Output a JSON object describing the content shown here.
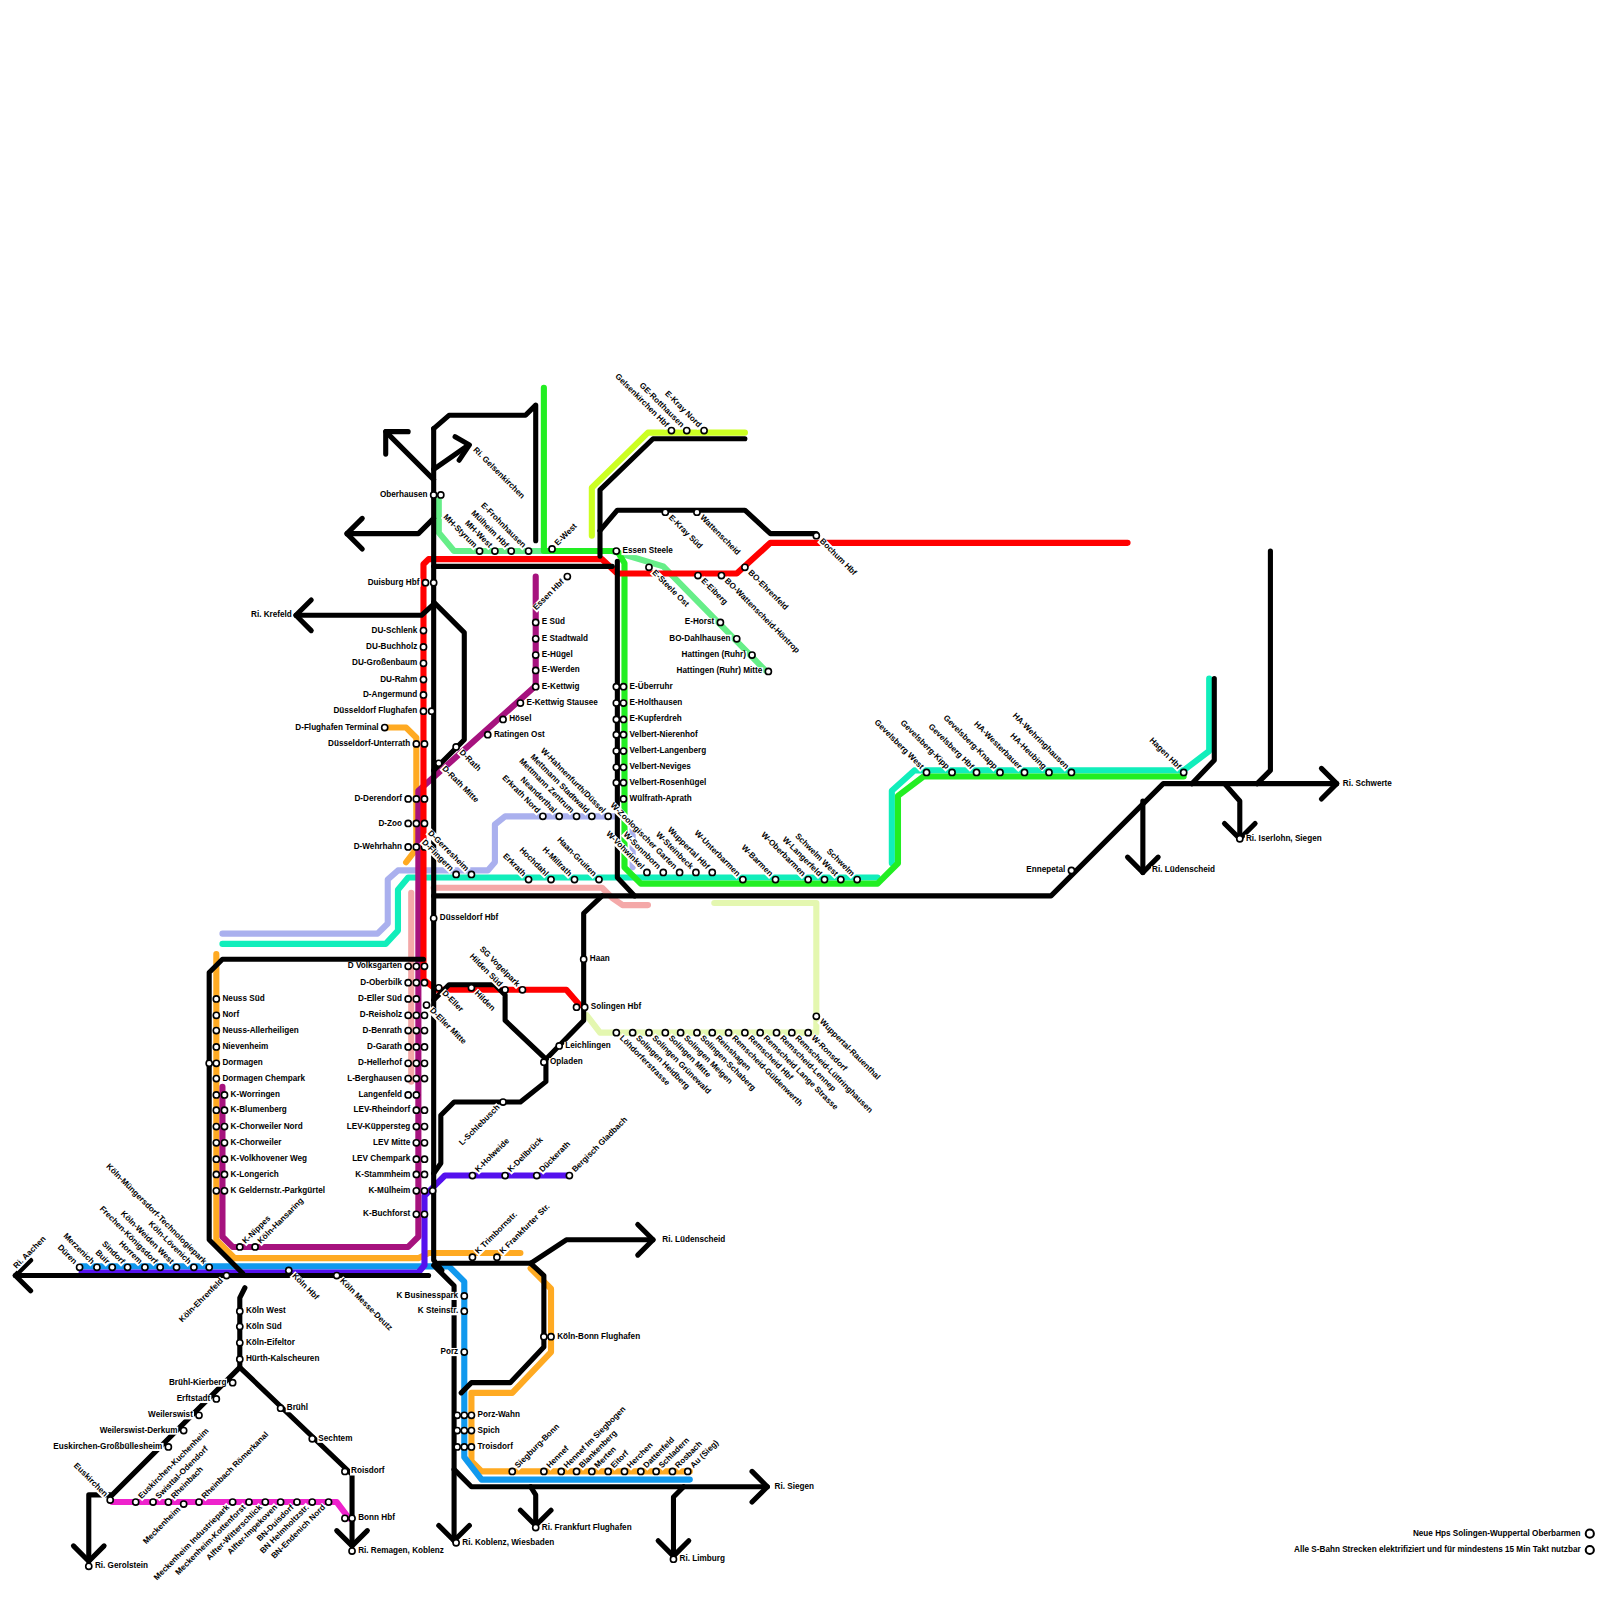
{
  "diagram": {
    "labels": [
      "Gelsenkirchen Hbf",
      "GE-Rotthausen",
      "E-Kray Nord",
      "Ri. Gelsenkirchen",
      "Oberhausen",
      "MH-Styrum",
      "MH-West",
      "Mülheim Hbf",
      "E-Frohnhausen",
      "E-West",
      "Essen Hbf",
      "Essen Steele",
      "E-Kray Süd",
      "Wattenscheid",
      "Bochum Hbf",
      "E-Steele Ost",
      "E-Eiberg",
      "BO-Wattenscheid-Höntrop",
      "BO-Ehrenfeld",
      "E-Horst",
      "BO-Dahlhausen",
      "Hattingen (Ruhr)",
      "Hattingen (Ruhr) Mitte",
      "Duisburg Hbf",
      "Ri. Krefeld",
      "DU-Schlenk",
      "DU-Buchholz",
      "DU-Großenbaum",
      "DU-Rahm",
      "D-Angermund",
      "Düsseldorf Flughafen",
      "D-Flughafen Terminal",
      "Düsseldorf-Unterrath",
      "D-Rath",
      "D-Rath Mitte",
      "E Süd",
      "E Stadtwald",
      "E-Hügel",
      "E-Werden",
      "E-Kettwig",
      "E-Kettwig Stausee",
      "Hösel",
      "Ratingen Ost",
      "E-Überruhr",
      "E-Holthausen",
      "E-Kupferdreh",
      "Velbert-Nierenhof",
      "Velbert-Langenberg",
      "Velbert-Neviges",
      "Velbert-Rosenhügel",
      "Wülfrath-Aprath",
      "D-Derendorf",
      "D-Zoo",
      "D-Wehrhahn",
      "Erkrath Nord",
      "Neanderthal",
      "Mettmann Zentrum",
      "Mettmann Stadtwald",
      "W-Hahnenfurth/Düssel",
      "D-Flingern",
      "D-Gerresheim",
      "Erkrath",
      "Hochdahl",
      "H-Millrath",
      "Haan-Gruiten",
      "W-Vohwinkel",
      "W-Sonnborn",
      "W-Zoologischer Garten",
      "W-Steinbeck",
      "Wuppertal Hbf",
      "W-Unterbarmen",
      "W-Barmen",
      "W-Oberbarmen",
      "W-Langerfeld",
      "Schwelm West",
      "Schwelm",
      "Gevelsberg West",
      "Gevelsberg-Kipp",
      "Gevelsberg Hbf",
      "Gevelsberg-Knapp",
      "HA-Westerbauer",
      "HA-Heubing",
      "HA-Wehringhausen",
      "Hagen Hbf",
      "Ennepetal",
      "Ri. Lüdenscheid",
      "Ri. Iserlohn, Siegen",
      "Ri. Schwerte",
      "Düsseldorf Hbf",
      "D Volksgarten",
      "D-Oberbilk",
      "D-Eller Süd",
      "D-Reisholz",
      "D-Benrath",
      "D-Garath",
      "D-Hellerhof",
      "L-Berghausen",
      "Langenfeld",
      "LEV-Rheindorf",
      "LEV-Küppersteg",
      "LEV Mitte",
      "LEV Chempark",
      "K-Stammheim",
      "K-Mülheim",
      "K-Buchforst",
      "D-Eller",
      "D-Eller Mitte",
      "Hilden",
      "Hilden Süd",
      "SG Vogelpark",
      "Haan",
      "Solingen Hbf",
      "Leichlingen",
      "Opladen",
      "Löhdorferstrasse",
      "Solingen Heidberg",
      "Solingen Grünewald",
      "Solingen Mitte",
      "Solingen Meigen",
      "Solingen-Schaberg",
      "Reinshagen",
      "Remscheid-Güldenwerth",
      "Remscheid Hbf",
      "Remscheid Lange Strasse",
      "Remscheid-Lennep",
      "Remscheid-Lüttringhausen",
      "W-Ronsdorf",
      "Wuppertal-Rauenthal",
      "L-Schlebusch",
      "K-Holweide",
      "K-Dellbrück",
      "Dückerath",
      "Bergisch Gladbach",
      "Neuss Süd",
      "Norf",
      "Neuss-Allerheiligen",
      "Nievenheim",
      "Dormagen",
      "Dormagen Chempark",
      "K-Worringen",
      "K-Blumenberg",
      "K-Chorweiler Nord",
      "K-Chorweiler",
      "K-Volkhovener Weg",
      "K-Longerich",
      "K Geldernstr.-Parkgürtel",
      "Köln-Müngersdorf-Technologiepark",
      "Köln-Lövenich",
      "Köln-Weiden West",
      "Frechen-Königsdorf",
      "Horrem",
      "Sindorf",
      "Buir",
      "Merzenich",
      "Düren",
      "Ri. Aachen",
      "K-Nippes",
      "Köln-Hansaring",
      "Köln-Ehrenfeld",
      "Köln Hbf",
      "Köln Messe-Deutz",
      "Köln West",
      "Köln Süd",
      "Köln-Eifeltor",
      "Hürth-Kalscheuren",
      "K Trimbornstr.",
      "K Frankfurter Str.",
      "Ri. Lüdenscheid",
      "K Businesspark",
      "K Steinstr.",
      "Porz",
      "Köln-Bonn Flughafen",
      "Porz-Wahn",
      "Spich",
      "Troisdorf",
      "Siegburg-Bonn",
      "Hennef",
      "Hennef Im Siegbogen",
      "Blankenberg",
      "Merten",
      "Eitorf",
      "Herchen",
      "Dattenfeld",
      "Schladern",
      "Rosbach",
      "Au (Sieg)",
      "Ri. Siegen",
      "Ri. Frankfurt Flughafen",
      "Ri. Limburg",
      "Ri. Koblenz, Wiesbaden",
      "Brühl-Kierberg",
      "Erftstadt",
      "Weilerswist",
      "Weilerswist-Derkum",
      "Euskirchen-Großbüllesheim",
      "Brühl",
      "Sechtem",
      "Roisdorf",
      "Bonn Hbf",
      "Euskirchen",
      "Euskirchen-Kuchenheim",
      "Swisttal-Odendorf",
      "Rheinbach",
      "Rheinbach Römerkanal",
      "Meckenheim",
      "Meckenheim Industriepark",
      "Meckenheim-Kottenforst",
      "Alfter-Witterschlick",
      "Alfter-Impekoven",
      "BN-Duisdorf",
      "BN Helmholtzstr.",
      "BN-Endenich Nord",
      "Ri. Remagen, Koblenz",
      "Ri. Gerolstein"
    ],
    "legend": [
      {
        "text": "Neue Hps Solingen-Wuppertal Oberbarmen"
      },
      {
        "text": "Alle S-Bahn Strecken elektrifiziert und für mindestens 15 Min Takt nutzbar"
      }
    ]
  }
}
